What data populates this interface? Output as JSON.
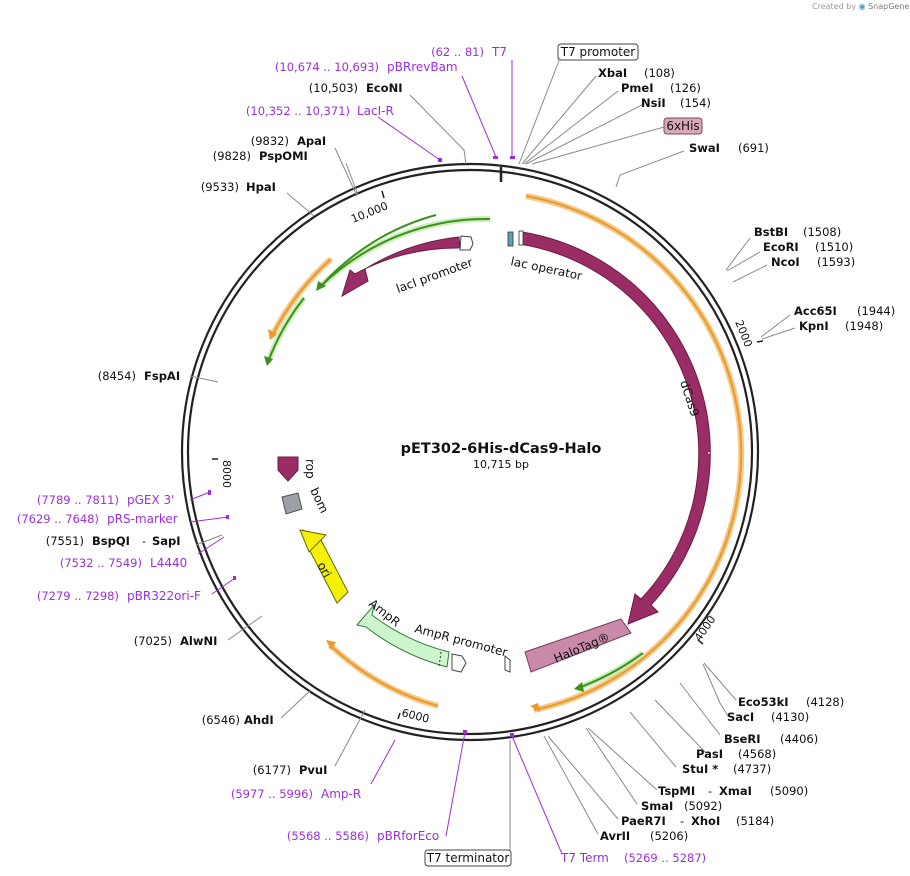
{
  "credit": {
    "prefix": "Created by",
    "brand": "SnapGene"
  },
  "plasmid": {
    "name": "pET302-6His-dCas9-Halo",
    "size": "10,715 bp"
  },
  "scale_ticks": [
    "2000",
    "4000",
    "6000",
    "8000",
    "10,000"
  ],
  "boxed_labels": {
    "t7_promoter": "T7 promoter",
    "six_his": "6xHis",
    "t7_terminator": "T7 terminator"
  },
  "features": {
    "dcas9": "dCas9",
    "halotag": "HaloTag®",
    "laci": "lacI",
    "laci_promoter": "lacI promoter",
    "lac_operator": "lac operator",
    "ampr": "AmpR",
    "ampr_promoter": "AmpR promoter",
    "ori": "ori",
    "rop": "rop",
    "bom": "bom"
  },
  "enzymes": [
    {
      "name": "XbaI",
      "pos": "(108)"
    },
    {
      "name": "PmeI",
      "pos": "(126)"
    },
    {
      "name": "NsiI",
      "pos": "(154)"
    },
    {
      "name": "SwaI",
      "pos": "(691)"
    },
    {
      "name": "BstBI",
      "pos": "(1508)"
    },
    {
      "name": "EcoRI",
      "pos": "(1510)"
    },
    {
      "name": "NcoI",
      "pos": "(1593)"
    },
    {
      "name": "Acc65I",
      "pos": "(1944)"
    },
    {
      "name": "KpnI",
      "pos": "(1948)"
    },
    {
      "name": "Eco53kI",
      "pos": "(4128)"
    },
    {
      "name": "SacI",
      "pos": "(4130)"
    },
    {
      "name": "BseRI",
      "pos": "(4406)"
    },
    {
      "name": "PasI",
      "pos": "(4568)"
    },
    {
      "name": "StuI *",
      "pos": "(4737)"
    },
    {
      "name": "TspMI",
      "name2": "XmaI",
      "pos": "(5090)"
    },
    {
      "name": "SmaI",
      "pos": "(5092)"
    },
    {
      "name": "PaeR7I",
      "name2": "XhoI",
      "pos": "(5184)"
    },
    {
      "name": "AvrII",
      "pos": "(5206)"
    },
    {
      "name": "AhdI",
      "pos": "(6546)"
    },
    {
      "name": "PvuI",
      "pos": "(6177)"
    },
    {
      "name": "AlwNI",
      "pos": "(7025)"
    },
    {
      "name": "BspQI",
      "name2": "SapI",
      "pos": "(7551)"
    },
    {
      "name": "FspAI",
      "pos": "(8454)"
    },
    {
      "name": "HpaI",
      "pos": "(9533)"
    },
    {
      "name": "PspOMI",
      "pos": "(9828)"
    },
    {
      "name": "ApaI",
      "pos": "(9832)"
    },
    {
      "name": "EcoNI",
      "pos": "(10,503)"
    }
  ],
  "primers": [
    {
      "range": "(62 .. 81)",
      "name": "T7"
    },
    {
      "range": "(10,674 .. 10,693)",
      "name": "pBRrevBam"
    },
    {
      "range": "(10,352 .. 10,371)",
      "name": "LacI-R"
    },
    {
      "range": "(7789 .. 7811)",
      "name": "pGEX 3'"
    },
    {
      "range": "(7629 .. 7648)",
      "name": "pRS-marker"
    },
    {
      "range": "(7532 .. 7549)",
      "name": "L4440"
    },
    {
      "range": "(7279 .. 7298)",
      "name": "pBR322ori-F"
    },
    {
      "range": "(5977 .. 5996)",
      "name": "Amp-R"
    },
    {
      "range": "(5568 .. 5586)",
      "name": "pBRforEco"
    },
    {
      "range": "(5269 .. 5287)",
      "name": "T7 Term"
    }
  ],
  "colors": {
    "backbone": "#222222",
    "cds": "#9b2d66",
    "halotag": "#c88aa8",
    "ori": "#f5f00a",
    "ampr": "#ccf5cc",
    "primer": "#9b30d9",
    "orf_orange": "#e99a2a",
    "orf_green": "#3f8f1e",
    "rop": "#9b2d66",
    "bom": "#9aa0a6"
  }
}
